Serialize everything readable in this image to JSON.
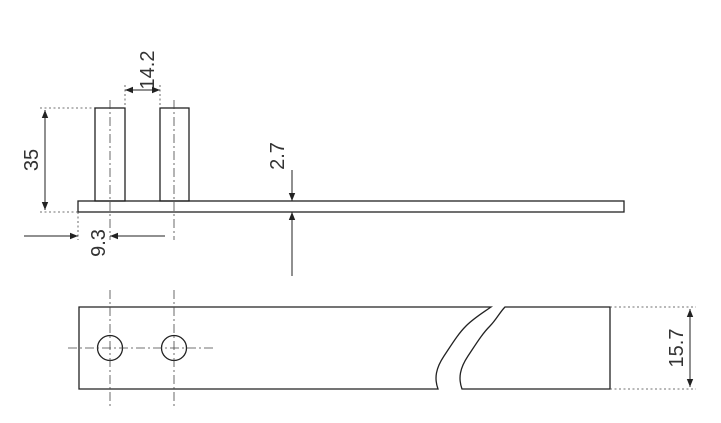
{
  "dimensions": {
    "pin_spacing": "14.2",
    "pin_height": "35",
    "plate_thickness": "2.7",
    "pin_edge_offset": "9.3",
    "plate_width": "15.7"
  }
}
